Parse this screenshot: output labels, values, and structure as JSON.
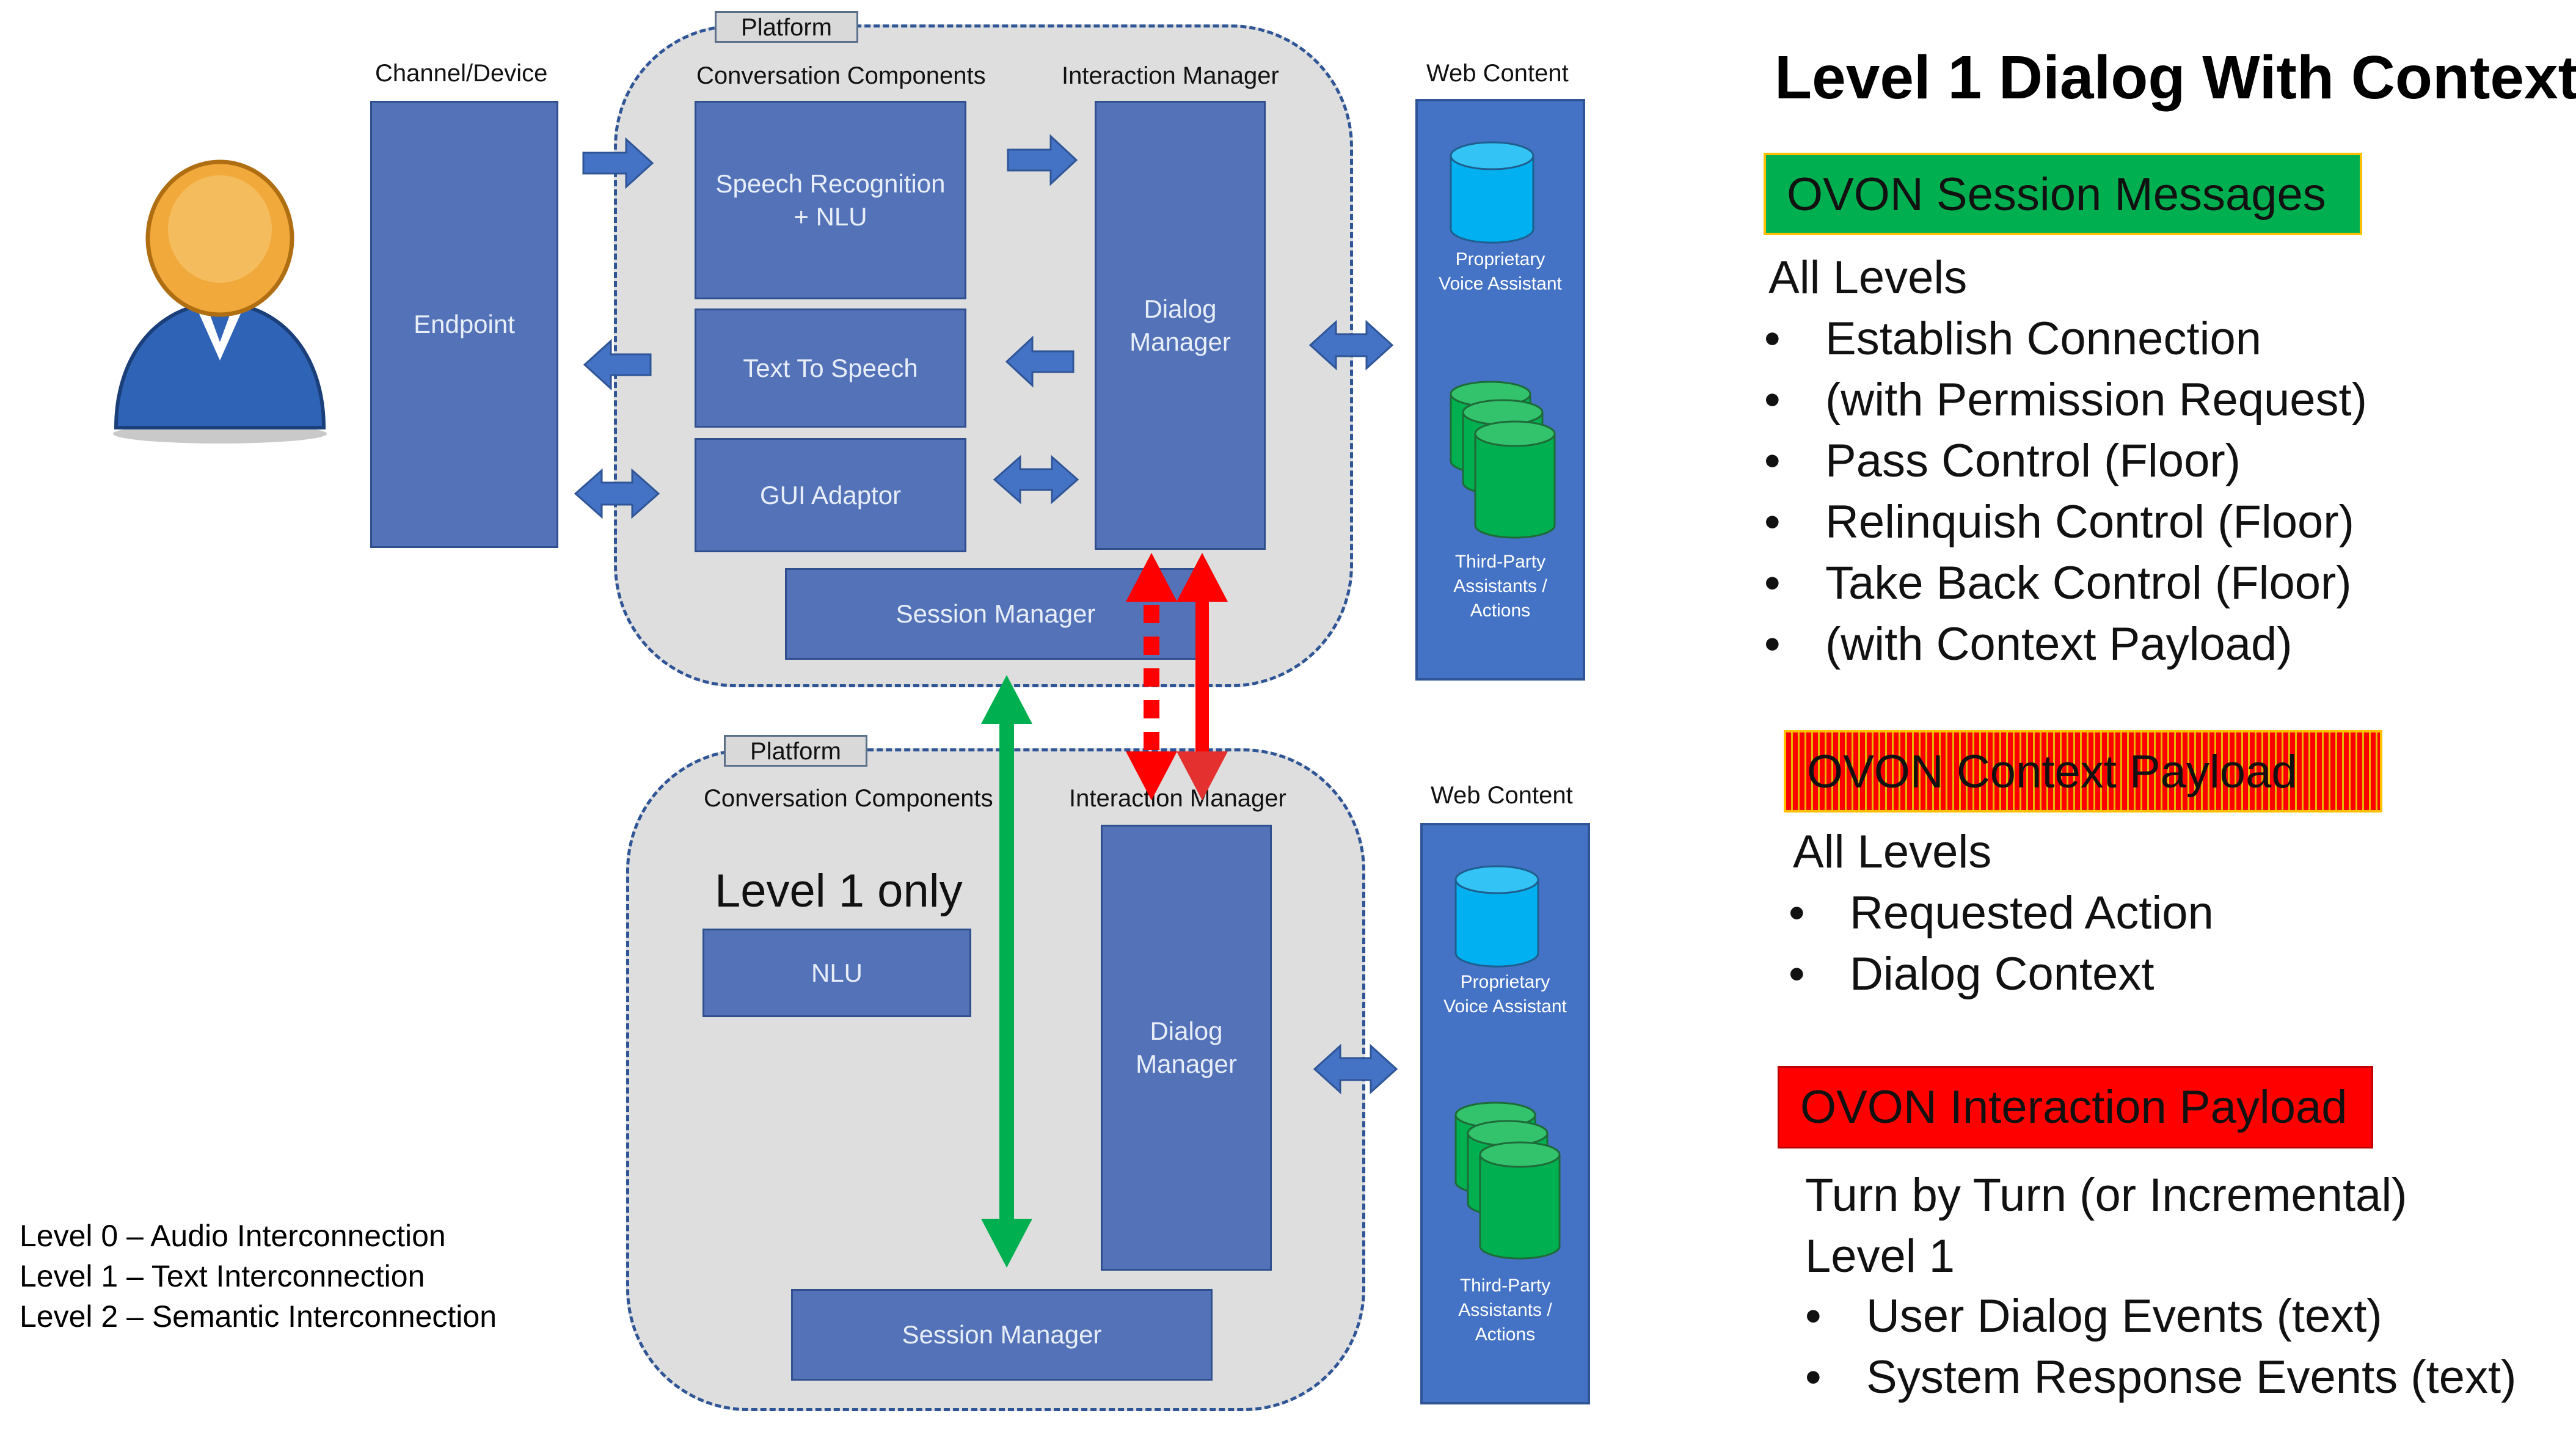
{
  "title": "Level 1 Dialog With Context",
  "top": {
    "platform_tag": "Platform",
    "channel_label": "Channel/Device",
    "endpoint": "Endpoint",
    "conv_label": "Conversation Components",
    "im_label": "Interaction Manager",
    "speech_rec": "Speech Recognition\n+ NLU",
    "tts": "Text To Speech",
    "gui": "GUI Adaptor",
    "dialog_manager": "Dialog\nManager",
    "session_manager": "Session Manager",
    "web_label": "Web Content",
    "proprietary": "Proprietary\nVoice Assistant",
    "third_party": "Third-Party\nAssistants /\nActions"
  },
  "bottom": {
    "platform_tag": "Platform",
    "conv_label": "Conversation Components",
    "im_label": "Interaction Manager",
    "level1_only": "Level 1 only",
    "nlu": "NLU",
    "dialog_manager": "Dialog\nManager",
    "session_manager": "Session Manager",
    "web_label": "Web Content",
    "proprietary": "Proprietary\nVoice Assistant",
    "third_party": "Third-Party\nAssistants /\nActions"
  },
  "legend": [
    "Level 0 – Audio Interconnection",
    "Level 1 – Text Interconnection",
    "Level 2 – Semantic Interconnection"
  ],
  "session_messages": {
    "header": "OVON Session Messages",
    "subheader": "All Levels",
    "items": [
      "Establish Connection",
      "(with Permission Request)",
      "Pass Control (Floor)",
      "Relinquish Control (Floor)",
      "Take Back Control (Floor)",
      "(with Context Payload)"
    ]
  },
  "context_payload": {
    "header": "OVON Context Payload",
    "subheader": "All Levels",
    "items": [
      "Requested Action",
      "Dialog Context"
    ]
  },
  "interaction_payload": {
    "header": "OVON Interaction Payload",
    "line1": "Turn by Turn (or Incremental)",
    "line2": "Level 1",
    "items": [
      "User Dialog Events (text)",
      "System Response Events (text)"
    ]
  },
  "colors": {
    "box_blue": "#5372b8",
    "web_blue": "#4472c4",
    "green": "#00b050",
    "red": "#ff0000",
    "db_blue": "#00b0f0",
    "platform_gray": "#dedede"
  }
}
